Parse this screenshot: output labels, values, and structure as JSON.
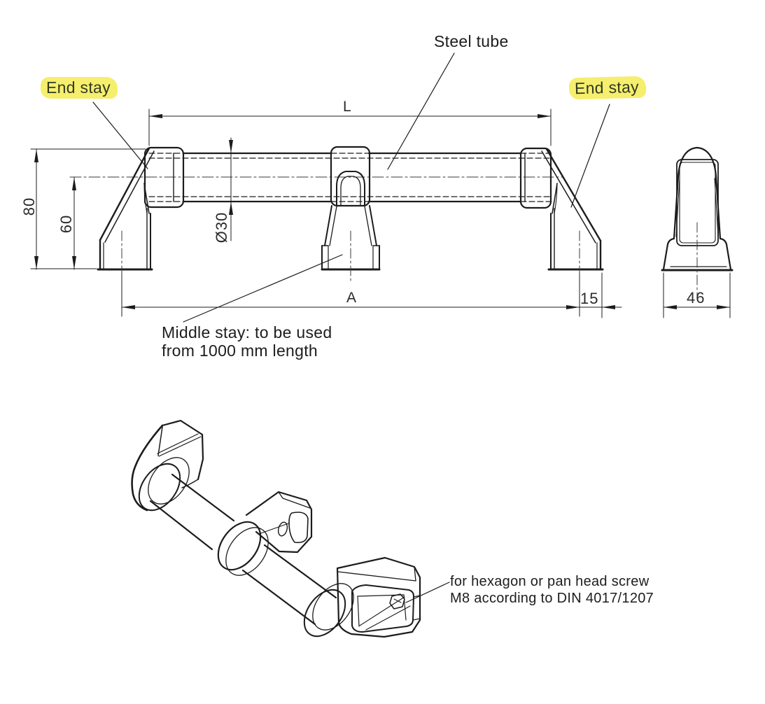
{
  "drawing": {
    "background_color": "#ffffff",
    "line_color": "#1c1c1c",
    "highlight_color": "#f6ee6d",
    "front_view": {
      "labels": {
        "steel_tube": "Steel tube",
        "end_stay_left": "End stay",
        "end_stay_right": "End stay",
        "middle_stay_note": "Middle stay: to be used from 1000 mm length"
      },
      "dimensions": {
        "length_label": "L",
        "overall_height": "80",
        "center_height": "60",
        "tube_diameter": "Ø30",
        "hole_spacing_label": "A",
        "foot_edge_offset": "15"
      }
    },
    "side_view": {
      "dimensions": {
        "stay_width": "46"
      }
    },
    "isometric_view": {
      "screw_note": "for hexagon or pan head screw M8 according to DIN 4017/1207"
    }
  }
}
